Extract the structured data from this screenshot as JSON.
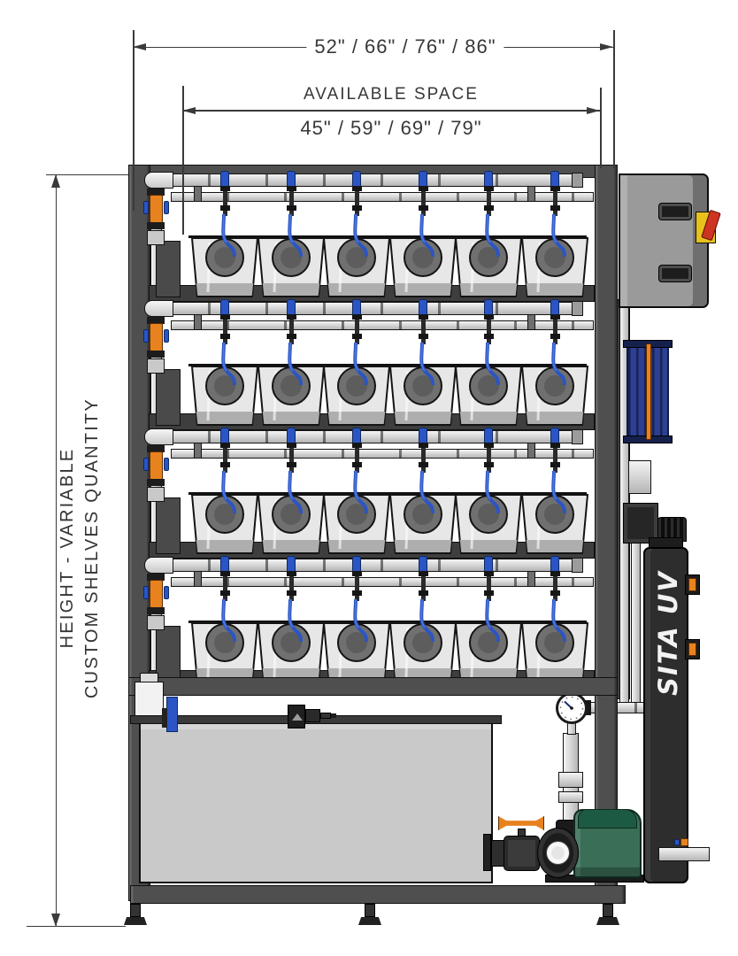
{
  "dimensions": {
    "overall_width": "52\" / 66\" / 76\" / 86\"",
    "available_space": {
      "label": "AVAILABLE SPACE",
      "values": "45\" / 59\" / 69\" / 79\""
    },
    "height": {
      "line1": "HEIGHT - VARIABLE",
      "line2": "CUSTOM SHELVES QUANTITY"
    }
  },
  "rack": {
    "shelf_count": 4,
    "tanks_per_shelf": 6
  },
  "equipment": {
    "uv_label": "SITA UV"
  },
  "colors": {
    "line_color": "#3a3a3a",
    "frame_gray": "#4f4f4f",
    "pipe_blue": "#2b55c4",
    "pipe_blue_light": "#4f7ae0",
    "valve_orange": "#e8821e",
    "tank_gray": "#e7e7e7",
    "tank_water": "#aeaeae",
    "lid_circle": "#707070",
    "pump_green": "#3a6e57",
    "pump_green_dark": "#1d5a43",
    "uv_black": "#2d2d2d",
    "block_blue": "#2c3f93",
    "box_gray": "#9a9a9a",
    "switch_yellow": "#e8c11c",
    "switch_red": "#cf3322",
    "sump_gray": "#c9c9c9"
  }
}
